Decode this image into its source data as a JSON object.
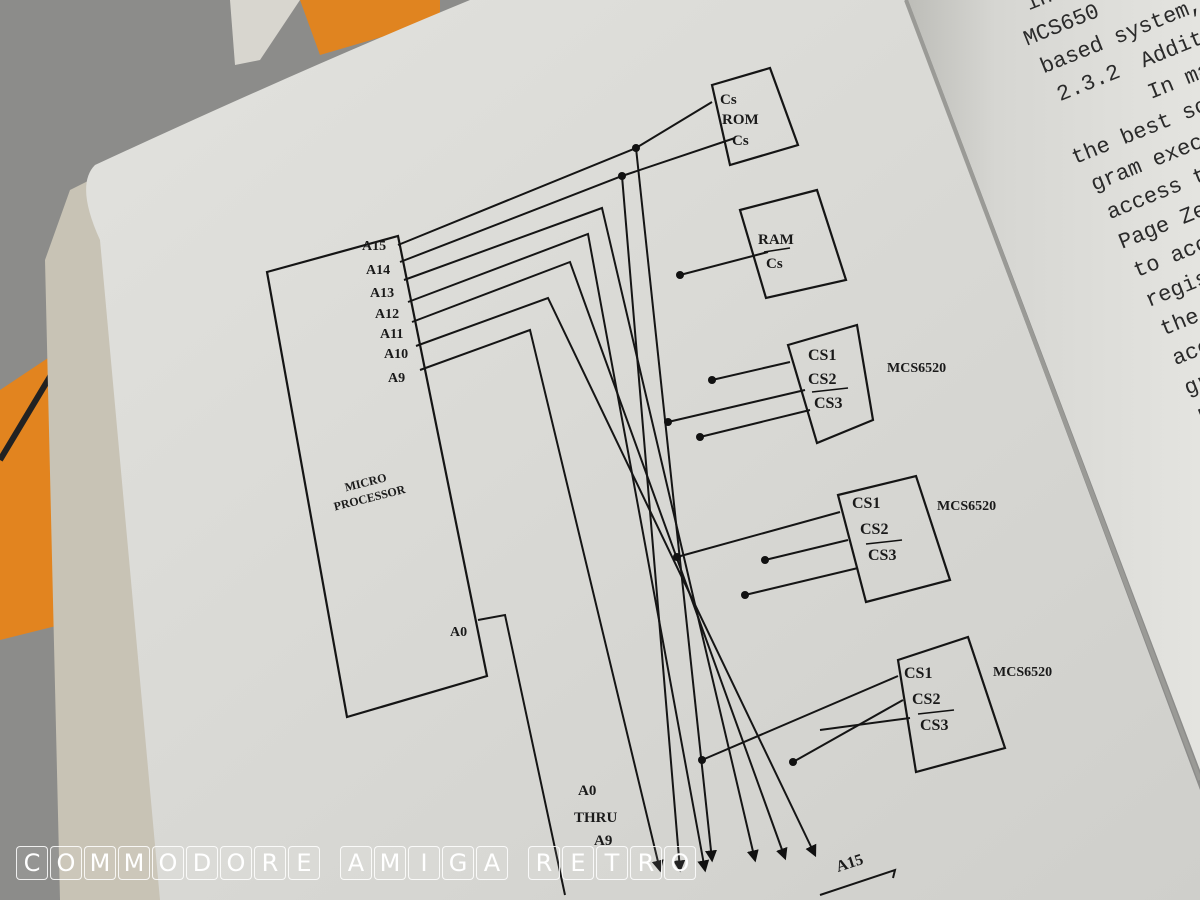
{
  "diagram": {
    "processor_label": [
      "MICRO",
      "PROCESSOR"
    ],
    "address_pins": [
      "A15",
      "A14",
      "A13",
      "A12",
      "A11",
      "A10",
      "A9"
    ],
    "a0_pin": "A0",
    "rom_chip": [
      "Cs",
      "ROM",
      "Cs"
    ],
    "ram_chip": [
      "RAM",
      "Cs"
    ],
    "pia_chips": [
      {
        "pins": [
          "CS1",
          "CS2",
          "CS3"
        ],
        "name": "MCS6520"
      },
      {
        "pins": [
          "CS1",
          "CS2",
          "CS3"
        ],
        "name": "MCS6520"
      },
      {
        "pins": [
          "CS1",
          "CS2",
          "CS3"
        ],
        "name": "MCS6520"
      }
    ],
    "bus_label": [
      "A0",
      "THRU",
      "A9"
    ],
    "bus_end_label": "A15"
  },
  "right_page_lines": [
    "in",
    "MCS650",
    "based system,",
    "2.3.2",
    "Additio",
    "In man",
    "the best so",
    "gram execu",
    "access th",
    "Page Zer",
    "to acce",
    "regist",
    "the c",
    "acce",
    "gra",
    "F"
  ],
  "watermark": [
    "COMMODORE",
    "AMIGA",
    "RETRO"
  ]
}
